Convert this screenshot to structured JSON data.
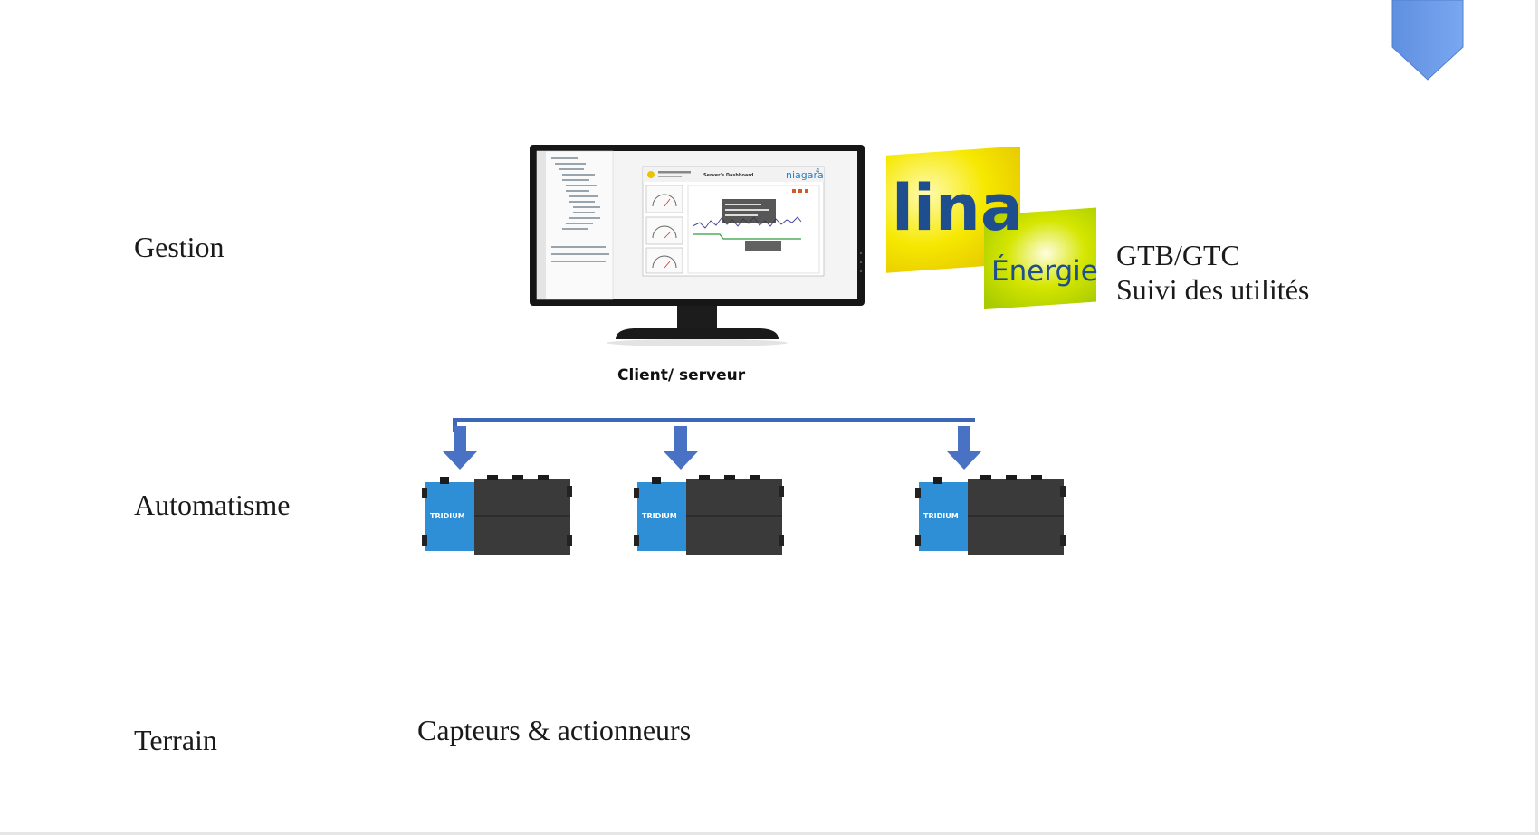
{
  "rows": {
    "gestion": "Gestion",
    "automatisme": "Automatisme",
    "terrain": "Terrain"
  },
  "monitor": {
    "caption": "Client/ serveur",
    "dashboard_title": "Server's Dashboard",
    "brand": "niagara",
    "brand_version": "4"
  },
  "logo": {
    "word1": "lina",
    "reg": "®",
    "word2": "Énergie"
  },
  "side": {
    "line1": "GTB/GTC",
    "line2": "Suivi des utilités"
  },
  "controllers": {
    "brand": "TRIDIUM"
  },
  "terrain_text": "Capteurs & actionneurs",
  "colors": {
    "arrow_blue": "#4a72c4",
    "bus_blue": "#3f67b8",
    "marker_blue": "#6d9eeb",
    "controller_blue": "#2e8fd6",
    "controller_dark": "#3a3a3a",
    "logo_yellow": "#f4e400",
    "logo_green": "#b6d400"
  }
}
